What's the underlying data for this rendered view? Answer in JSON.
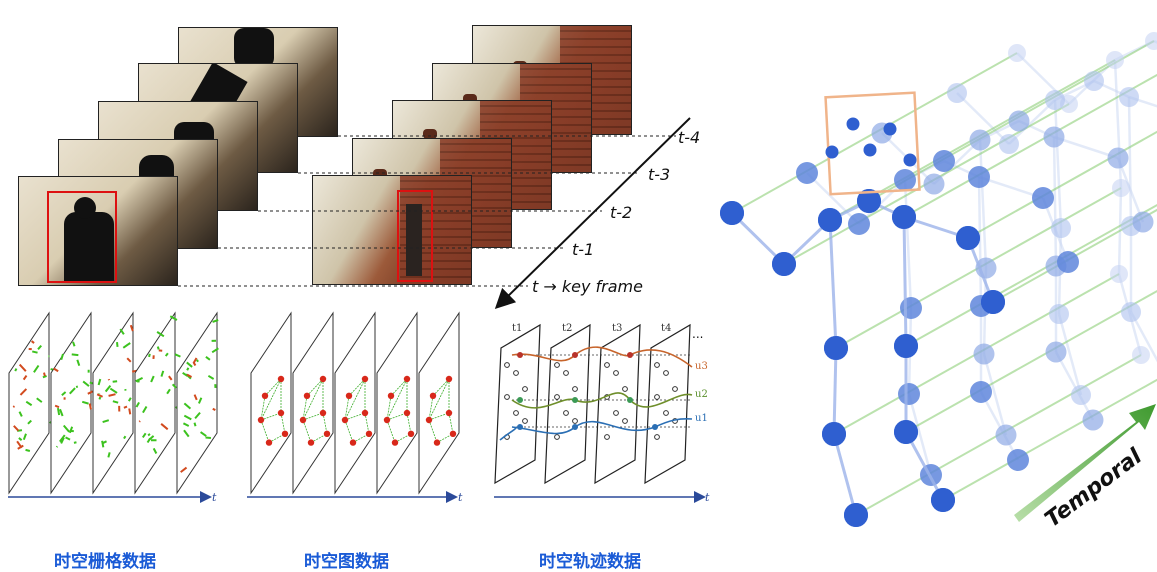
{
  "time_labels": {
    "t4": "t-4",
    "t3": "t-3",
    "t2": "t-2",
    "t1": "t-1",
    "key": "t  →  key frame"
  },
  "panels": [
    {
      "label": "时空栅格数据",
      "axis": "t"
    },
    {
      "label": "时空图数据",
      "axis": "t"
    },
    {
      "label": "时空轨迹数据",
      "axis": "t"
    }
  ],
  "trajectory_panel": {
    "time_ticks": [
      "t1",
      "t2",
      "t3",
      "t4",
      "..."
    ],
    "trajectories": [
      "u3",
      "u2",
      "u1"
    ]
  },
  "graph": {
    "temporal_label": "Temporal"
  },
  "colors": {
    "label_blue": "#1a5bd6",
    "node_blue": "#2f5fd0",
    "temporal_green": "#4aa53a",
    "box_red": "#dd1111"
  }
}
